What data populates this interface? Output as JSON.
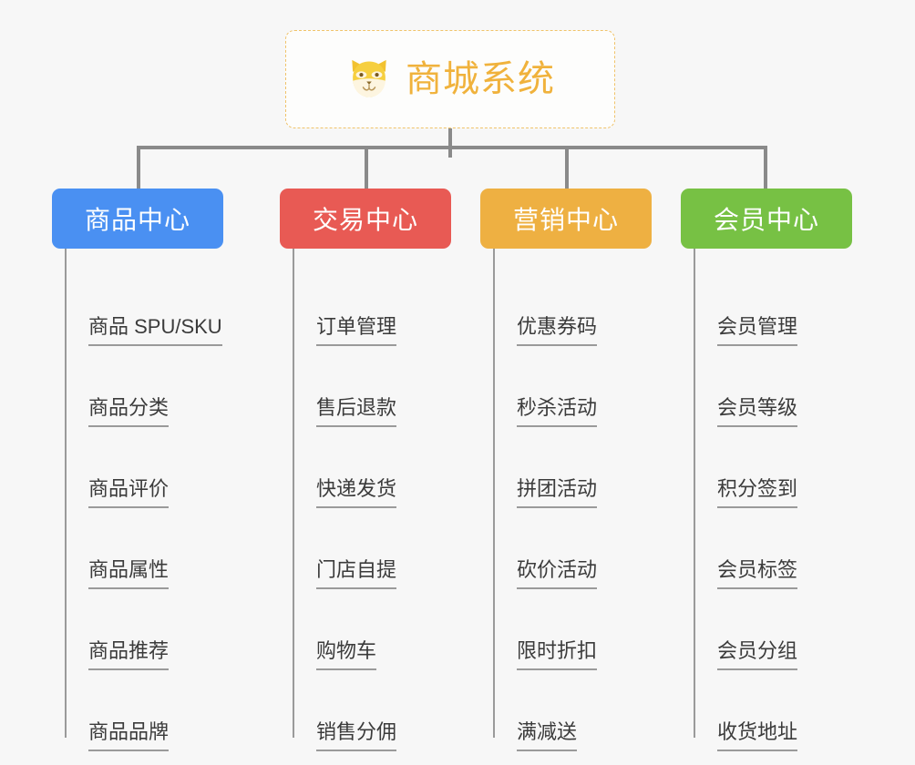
{
  "root": {
    "icon": "shiba-dog-face-icon",
    "title": "商城系统",
    "accent_color": "#f0b23c",
    "border_style": "dashed"
  },
  "canvas": {
    "background_color": "#f7f7f7",
    "connector_color": "#8a8a8a"
  },
  "branches": [
    {
      "key": "products",
      "label": "商品中心",
      "color": "#4a90f2",
      "items": [
        "商品 SPU/SKU",
        "商品分类",
        "商品评价",
        "商品属性",
        "商品推荐",
        "商品品牌"
      ]
    },
    {
      "key": "trade",
      "label": "交易中心",
      "color": "#e85a54",
      "items": [
        "订单管理",
        "售后退款",
        "快递发货",
        "门店自提",
        "购物车",
        "销售分佣"
      ]
    },
    {
      "key": "marketing",
      "label": "营销中心",
      "color": "#eeb042",
      "items": [
        "优惠券码",
        "秒杀活动",
        "拼团活动",
        "砍价活动",
        "限时折扣",
        "满减送"
      ]
    },
    {
      "key": "member",
      "label": "会员中心",
      "color": "#77c144",
      "items": [
        "会员管理",
        "会员等级",
        "积分签到",
        "会员标签",
        "会员分组",
        "收货地址"
      ]
    }
  ]
}
